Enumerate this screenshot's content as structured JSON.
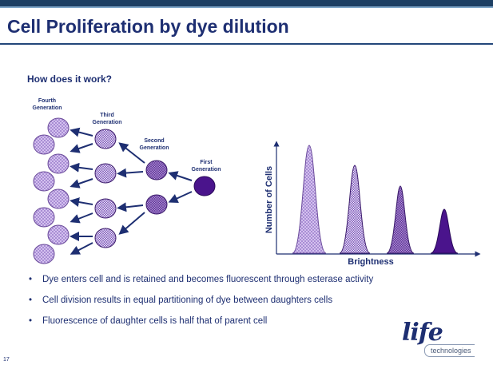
{
  "slide": {
    "title": "Cell Proliferation by dye dilution",
    "subtitle": "How does it work?",
    "page_number": "17"
  },
  "diagram": {
    "generations": [
      {
        "label_line1": "Fourth",
        "label_line2": "Generation"
      },
      {
        "label_line1": "Third",
        "label_line2": "Generation"
      },
      {
        "label_line1": "Second",
        "label_line2": "Generation"
      },
      {
        "label_line1": "First",
        "label_line2": "Generation"
      }
    ]
  },
  "histogram": {
    "ylabel": "Number of Cells",
    "xlabel": "Brightness"
  },
  "bullets": [
    "Dye enters cell and is retained and becomes fluorescent through esterase activity",
    "Cell division results in equal partitioning of dye between daughters cells",
    "Fluorescence of daughter cells is half that of parent cell"
  ],
  "logo": {
    "word": "life",
    "tagline": "technologies"
  },
  "colors": {
    "title": "#1e2f72",
    "header_band": "#1d3f63",
    "cell_first": "#4a148c",
    "cell_second": "#6a3fa0",
    "cell_third": "#7e5ab0",
    "cell_fourth": "#c8b3e8",
    "arrow": "#1e2f72"
  }
}
